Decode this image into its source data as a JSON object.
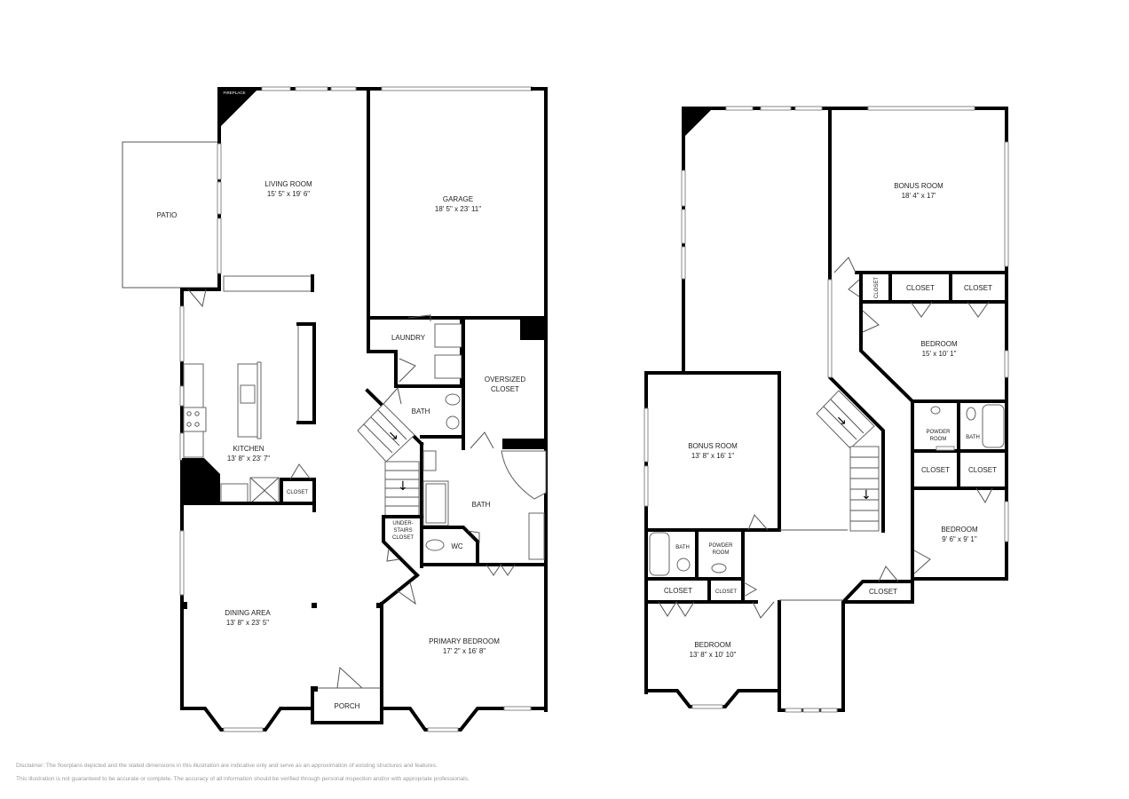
{
  "floor1": {
    "rooms": [
      {
        "id": "patio",
        "name": "PATIO",
        "dims": ""
      },
      {
        "id": "living",
        "name": "LIVING ROOM",
        "dims": "15' 5\" x 19' 6\""
      },
      {
        "id": "garage",
        "name": "GARAGE",
        "dims": "18' 5\" x 23' 11\""
      },
      {
        "id": "kitchen",
        "name": "KITCHEN",
        "dims": "13' 8\" x 23' 7\""
      },
      {
        "id": "laundry",
        "name": "LAUNDRY",
        "dims": ""
      },
      {
        "id": "oversized_closet",
        "name": "OVERSIZED",
        "name2": "CLOSET",
        "dims": ""
      },
      {
        "id": "bath1",
        "name": "BATH",
        "dims": ""
      },
      {
        "id": "bath2",
        "name": "BATH",
        "dims": ""
      },
      {
        "id": "wc",
        "name": "WC",
        "dims": ""
      },
      {
        "id": "understairs",
        "name": "UNDER-",
        "name2": "STAIRS",
        "name3": "CLOSET",
        "dims": ""
      },
      {
        "id": "kitchen_closet",
        "name": "CLOSET",
        "dims": ""
      },
      {
        "id": "dining",
        "name": "DINING AREA",
        "dims": "13' 8\" x 23' 5\""
      },
      {
        "id": "porch",
        "name": "PORCH",
        "dims": ""
      },
      {
        "id": "primary",
        "name": "PRIMARY BEDROOM",
        "dims": "17' 2\" x 16' 8\""
      }
    ],
    "fireplace_label": "FIREPLACE"
  },
  "floor2": {
    "rooms": [
      {
        "id": "bonus1",
        "name": "BONUS ROOM",
        "dims": "18' 4\" x 17'"
      },
      {
        "id": "closet_v",
        "name": "CLOSET",
        "dims": ""
      },
      {
        "id": "closet_a",
        "name": "CLOSET",
        "dims": ""
      },
      {
        "id": "closet_b",
        "name": "CLOSET",
        "dims": ""
      },
      {
        "id": "bedroom1",
        "name": "BEDROOM",
        "dims": "15' x 10' 1\""
      },
      {
        "id": "powder_r",
        "name": "POWDER",
        "name2": "ROOM",
        "dims": ""
      },
      {
        "id": "bath_r",
        "name": "BATH",
        "dims": ""
      },
      {
        "id": "closet_c",
        "name": "CLOSET",
        "dims": ""
      },
      {
        "id": "closet_d",
        "name": "CLOSET",
        "dims": ""
      },
      {
        "id": "bedroom2",
        "name": "BEDROOM",
        "dims": "9' 6\" x 9' 1\""
      },
      {
        "id": "bonus2",
        "name": "BONUS ROOM",
        "dims": "13' 8\" x 16' 1\""
      },
      {
        "id": "bath_l",
        "name": "BATH",
        "dims": ""
      },
      {
        "id": "powder_l",
        "name": "POWDER",
        "name2": "ROOM",
        "dims": ""
      },
      {
        "id": "closet_e",
        "name": "CLOSET",
        "dims": ""
      },
      {
        "id": "closet_f",
        "name": "CLOSET",
        "dims": ""
      },
      {
        "id": "closet_g",
        "name": "CLOSET",
        "dims": ""
      },
      {
        "id": "bedroom3",
        "name": "BEDROOM",
        "dims": "13' 8\" x 10' 10\""
      }
    ]
  },
  "disclaimer": {
    "line1": "Disclaimer: The floorplans depicted and the stated dimensions in this illustration are indicative only and serve as an approximation of existing structures and features.",
    "line2": "This illustration is not guaranteed to be accurate or complete. The accuracy of all information should be verified through personal inspection and/or with appropriate professionals."
  }
}
